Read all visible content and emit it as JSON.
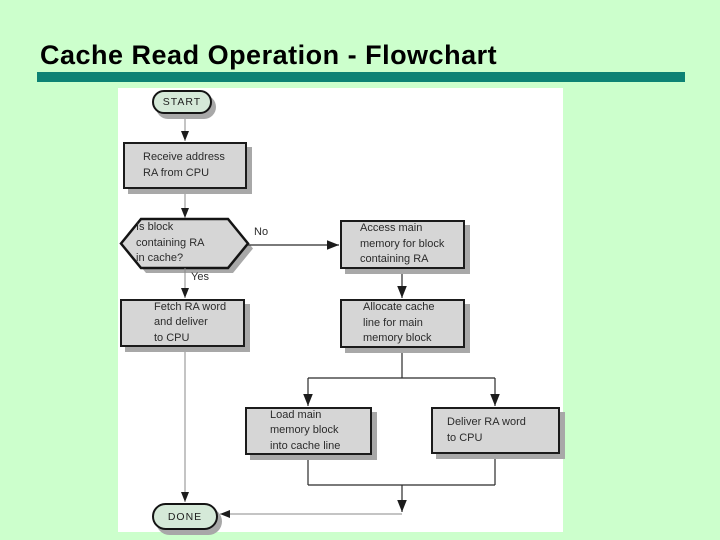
{
  "title": "Cache Read Operation - Flowchart",
  "colors": {
    "background": "#ccffcc",
    "title_underline": "#0d8274",
    "panel": "#ffffff",
    "process_fill": "#d6d6d6",
    "terminal_fill": "#d5e9d8",
    "shadow": "#a8a8a8",
    "border": "#1b1b1b",
    "text": "#2b2b2b"
  },
  "flowchart": {
    "nodes": {
      "start": {
        "type": "terminal",
        "label": "START"
      },
      "receive": {
        "type": "process",
        "lines": [
          "Receive address",
          "RA from CPU"
        ]
      },
      "decision": {
        "type": "decision",
        "lines": [
          "Is block",
          "containing RA",
          "in cache?"
        ]
      },
      "access": {
        "type": "process",
        "lines": [
          "Access main",
          "memory for block",
          "containing RA"
        ]
      },
      "fetch": {
        "type": "process",
        "lines": [
          "Fetch RA word",
          "and deliver",
          "to CPU"
        ]
      },
      "allocate": {
        "type": "process",
        "lines": [
          "Allocate cache",
          "line for main",
          "memory block"
        ]
      },
      "load": {
        "type": "process",
        "lines": [
          "Load main",
          "memory block",
          "into cache line"
        ]
      },
      "deliver": {
        "type": "process",
        "lines": [
          "Deliver RA word",
          "to CPU"
        ]
      },
      "done": {
        "type": "terminal",
        "label": "DONE"
      }
    },
    "edge_labels": {
      "no": "No",
      "yes": "Yes"
    }
  }
}
